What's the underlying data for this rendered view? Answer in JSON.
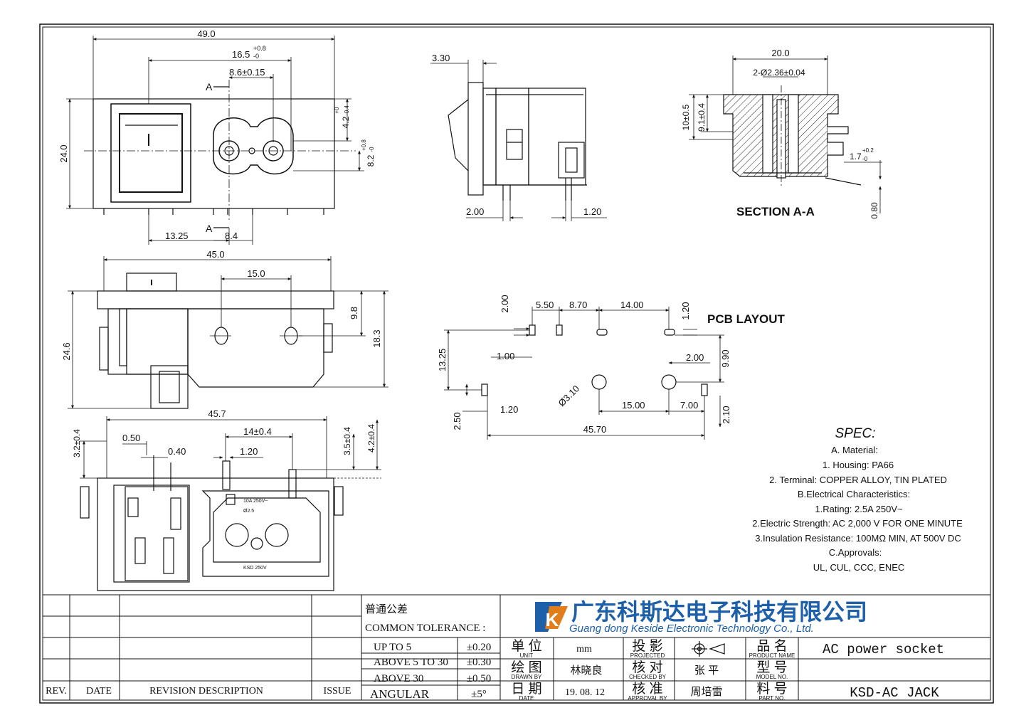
{
  "views": {
    "front": {
      "dims": {
        "width": "49.0",
        "switch_pitch": "16.5",
        "switch_pitch_tol": "+0.8",
        "switch_pitch_tol_low": "-0",
        "pin_pitch": "8.6±0.15",
        "height": "24.0",
        "top_offset": "4.2",
        "top_offset_tol": "+0",
        "top_offset_tol_low": "-0.4",
        "hole_dist": "8.2",
        "hole_dist_tol": "+0.8",
        "hole_dist_tol_low": "-0",
        "left_offset": "13.25",
        "pin_offset": "8.4"
      },
      "markers": {
        "top": "A",
        "bottom": "A"
      },
      "switch_mark": "I"
    },
    "side": {
      "dims": {
        "flange": "3.30",
        "pin_left": "2.00",
        "pin_right": "1.20"
      }
    },
    "section": {
      "title": "SECTION A-A",
      "dims": {
        "width": "20.0",
        "holes": "2-Ø2.36±0.04",
        "depth": "10±0.5",
        "inner_depth": "9.1±0.4",
        "lead": "1.7",
        "lead_tol": "+0.2",
        "lead_tol_low": "-0",
        "thickness": "0.80"
      }
    },
    "top": {
      "dims": {
        "width": "45.0",
        "pitch": "15.0",
        "height": "24.6",
        "h2": "9.8",
        "h3": "18.3"
      },
      "switch_mark": "I"
    },
    "bottom": {
      "dims": {
        "width": "45.7",
        "pitch": "14±0.4",
        "d1": "0.50",
        "d2": "0.40",
        "d3": "1.20",
        "h1": "3.2±0.4",
        "h2": "3.5±0.4",
        "h3": "4.2±0.4"
      },
      "marks": {
        "rating": "10A 250V~",
        "model": "Ø2.5",
        "brand": "KSD 250V"
      }
    },
    "pcb": {
      "title": "PCB LAYOUT",
      "dims": {
        "d200": "2.00",
        "d550": "5.50",
        "d870": "8.70",
        "d1400": "14.00",
        "d120a": "1.20",
        "d100": "1.00",
        "d200b": "2.00",
        "d990": "9.90",
        "d1325": "13.25",
        "hole": "Ø3.10",
        "d1500": "15.00",
        "d700": "7.00",
        "d250": "2.50",
        "d120b": "1.20",
        "d4570": "45.70",
        "d210": "2.10"
      }
    }
  },
  "spec": {
    "title": "SPEC:",
    "lines": [
      "A. Material:",
      "1.  Housing: PA66",
      "2.  Terminal: COPPER ALLOY, TIN PLATED",
      "B.Electrical Characteristics:",
      "1.Rating: 2.5A 250V~",
      "2.Electric Strength: AC 2,000 V FOR ONE MINUTE",
      "3.Insulation Resistance: 100MΩ MIN, AT 500V DC",
      "C.Approvals:",
      "UL, CUL, CCC, ENEC"
    ]
  },
  "title_block": {
    "revision_headers": {
      "rev": "REV.",
      "date": "DATE",
      "desc": "REVISION  DESCRIPTION",
      "issue": "ISSUE"
    },
    "tolerance": {
      "title_cn": "普通公差",
      "title_en": "COMMON TOLERANCE :",
      "rows": [
        {
          "label": "UP TO 5",
          "value": "±0.20"
        },
        {
          "label": "ABOVE 5 TO 30",
          "value": "±0.30"
        },
        {
          "label": "ABOVE 30",
          "value": "±0.50"
        },
        {
          "label": "ANGULAR",
          "value": "±5°"
        }
      ]
    },
    "company": {
      "name_cn": "广东科斯达电子科技有限公司",
      "name_en": "Guang dong Keside  Electronic Technology Co., Ltd.",
      "logo_letter": "K"
    },
    "fields": {
      "unit_cn": "单 位",
      "unit_en": "UNIT",
      "unit_value": "mm",
      "projected_cn": "投 影",
      "projected_en": "PROJECTED",
      "drawn_cn": "绘 图",
      "drawn_en": "DRAWN  BY",
      "drawn_value": "林晓良",
      "checked_cn": "核 对",
      "checked_en": "CHECKED  BY",
      "checked_value": "张 平",
      "date_cn": "日 期",
      "date_en": "DATE",
      "date_value": "19. 08. 12",
      "approval_cn": "核 准",
      "approval_en": "APPROVAL  BY",
      "approval_value": "周培雷",
      "product_cn": "品 名",
      "product_en": "PRODUCT  NAME",
      "product_value": "AC power socket",
      "model_cn": "型 号",
      "model_en": "MODEL  NO.",
      "model_value": "",
      "part_cn": "料 号",
      "part_en": "PART  NO.",
      "part_value": "KSD-AC JACK"
    }
  },
  "colors": {
    "ink": "#111111",
    "logo_blue": "#1d5fa8",
    "logo_orange": "#e27d1c"
  }
}
